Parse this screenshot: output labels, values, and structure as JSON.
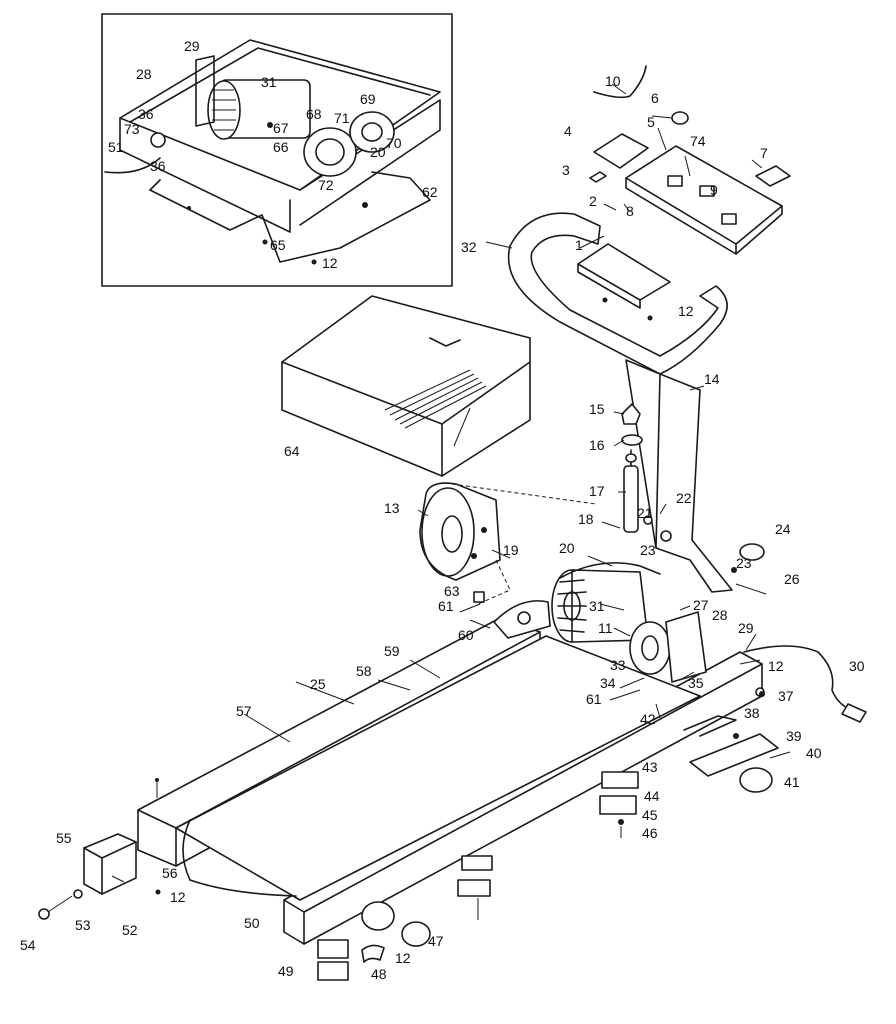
{
  "callouts": [
    {
      "id": "c1",
      "text": "1"
    },
    {
      "id": "c2",
      "text": "2"
    },
    {
      "id": "c3",
      "text": "3"
    },
    {
      "id": "c4",
      "text": "4"
    },
    {
      "id": "c5",
      "text": "5"
    },
    {
      "id": "c6",
      "text": "6"
    },
    {
      "id": "c7",
      "text": "7"
    },
    {
      "id": "c8",
      "text": "8"
    },
    {
      "id": "c9",
      "text": "9"
    },
    {
      "id": "c10",
      "text": "10"
    },
    {
      "id": "c11",
      "text": "11"
    },
    {
      "id": "c12a",
      "text": "12"
    },
    {
      "id": "c12b",
      "text": "12"
    },
    {
      "id": "c12c",
      "text": "12"
    },
    {
      "id": "c12d",
      "text": "12"
    },
    {
      "id": "c12e",
      "text": "12"
    },
    {
      "id": "c13",
      "text": "13"
    },
    {
      "id": "c14",
      "text": "14"
    },
    {
      "id": "c15",
      "text": "15"
    },
    {
      "id": "c16",
      "text": "16"
    },
    {
      "id": "c17",
      "text": "17"
    },
    {
      "id": "c18",
      "text": "18"
    },
    {
      "id": "c19",
      "text": "19"
    },
    {
      "id": "c20a",
      "text": "20"
    },
    {
      "id": "c20b",
      "text": "20"
    },
    {
      "id": "c21",
      "text": "21"
    },
    {
      "id": "c22",
      "text": "22"
    },
    {
      "id": "c23a",
      "text": "23"
    },
    {
      "id": "c23b",
      "text": "23"
    },
    {
      "id": "c24",
      "text": "24"
    },
    {
      "id": "c25",
      "text": "25"
    },
    {
      "id": "c26",
      "text": "26"
    },
    {
      "id": "c27",
      "text": "27"
    },
    {
      "id": "c28a",
      "text": "28"
    },
    {
      "id": "c28b",
      "text": "28"
    },
    {
      "id": "c29a",
      "text": "29"
    },
    {
      "id": "c29b",
      "text": "29"
    },
    {
      "id": "c30",
      "text": "30"
    },
    {
      "id": "c31a",
      "text": "31"
    },
    {
      "id": "c31b",
      "text": "31"
    },
    {
      "id": "c32",
      "text": "32"
    },
    {
      "id": "c33",
      "text": "33"
    },
    {
      "id": "c34",
      "text": "34"
    },
    {
      "id": "c35",
      "text": "35"
    },
    {
      "id": "c36a",
      "text": "36"
    },
    {
      "id": "c36b",
      "text": "36"
    },
    {
      "id": "c37",
      "text": "37"
    },
    {
      "id": "c38",
      "text": "38"
    },
    {
      "id": "c39",
      "text": "39"
    },
    {
      "id": "c40",
      "text": "40"
    },
    {
      "id": "c41",
      "text": "41"
    },
    {
      "id": "c42",
      "text": "42"
    },
    {
      "id": "c43",
      "text": "43"
    },
    {
      "id": "c44",
      "text": "44"
    },
    {
      "id": "c45",
      "text": "45"
    },
    {
      "id": "c46",
      "text": "46"
    },
    {
      "id": "c47",
      "text": "47"
    },
    {
      "id": "c48",
      "text": "48"
    },
    {
      "id": "c49",
      "text": "49"
    },
    {
      "id": "c50",
      "text": "50"
    },
    {
      "id": "c51",
      "text": "51"
    },
    {
      "id": "c52",
      "text": "52"
    },
    {
      "id": "c53",
      "text": "53"
    },
    {
      "id": "c54",
      "text": "54"
    },
    {
      "id": "c55",
      "text": "55"
    },
    {
      "id": "c56",
      "text": "56"
    },
    {
      "id": "c57",
      "text": "57"
    },
    {
      "id": "c58",
      "text": "58"
    },
    {
      "id": "c59",
      "text": "59"
    },
    {
      "id": "c60",
      "text": "60"
    },
    {
      "id": "c61a",
      "text": "61"
    },
    {
      "id": "c61b",
      "text": "61"
    },
    {
      "id": "c62",
      "text": "62"
    },
    {
      "id": "c63",
      "text": "63"
    },
    {
      "id": "c64",
      "text": "64"
    },
    {
      "id": "c65",
      "text": "65"
    },
    {
      "id": "c66",
      "text": "66"
    },
    {
      "id": "c67",
      "text": "67"
    },
    {
      "id": "c68",
      "text": "68"
    },
    {
      "id": "c69",
      "text": "69"
    },
    {
      "id": "c70",
      "text": "70"
    },
    {
      "id": "c71",
      "text": "71"
    },
    {
      "id": "c72",
      "text": "72"
    },
    {
      "id": "c73",
      "text": "73"
    },
    {
      "id": "c74",
      "text": "74"
    }
  ]
}
